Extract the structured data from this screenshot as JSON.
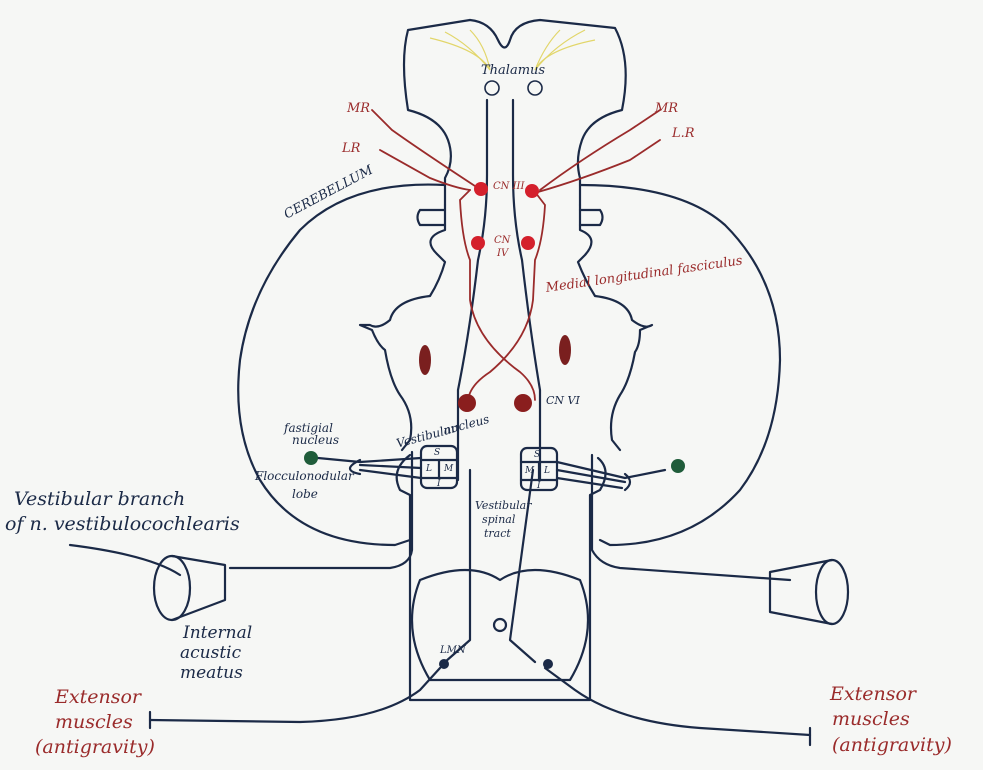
{
  "labels": {
    "thalamus": "Thalamus",
    "mr_left": "MR",
    "lr_left": "LR",
    "mr_right": "MR",
    "lr_right": "L.R",
    "cn3": "CN III",
    "cn4_top": "CN",
    "cn4_bottom": "IV",
    "cn6": "CN VI",
    "cerebellum": "CEREBELLUM",
    "mlf": "Medial longitudinal fasciculus",
    "fastigial_1": "fastigial",
    "fastigial_2": "nucleus",
    "vestibular_1": "Vestibular",
    "vestibular_2": "nucleus",
    "flocculo": "Flocculonodular",
    "lobe": "lobe",
    "vbranch_1": "Vestibular branch",
    "vbranch_2": "of n. vestibulocochlearis",
    "vst_1": "Vestibular",
    "vst_2": "spinal",
    "vst_3": "tract",
    "iam_1": "Internal",
    "iam_2": "acustic",
    "iam_3": "meatus",
    "lmn": "LMN",
    "ext_left_1": "Extensor",
    "ext_left_2": "muscles",
    "ext_left_3": "(antigravity)",
    "ext_right_1": "Extensor",
    "ext_right_2": "muscles",
    "ext_right_3": "(antigravity)",
    "nucleus_box_left": [
      "S",
      "L",
      "M",
      "I"
    ],
    "nucleus_box_right": [
      "S",
      "M",
      "L",
      "I"
    ]
  },
  "colors": {
    "ink_blue": "#1b2a47",
    "ink_red": "#9a2b2b",
    "nucleus_red": "#d4202c",
    "dark_red": "#7a1f1f",
    "green": "#1f5c3a",
    "yellow": "#e2d66a"
  }
}
